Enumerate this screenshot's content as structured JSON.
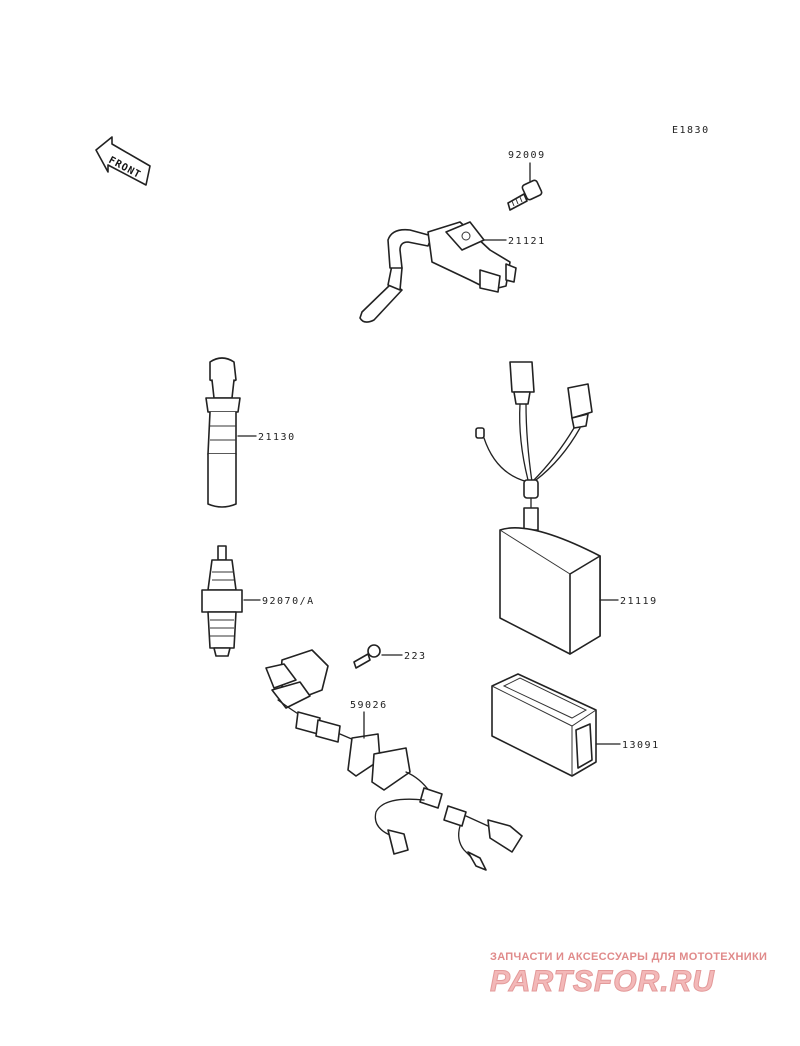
{
  "diagram": {
    "code": "E1830",
    "front_label": "FRONT",
    "parts": [
      {
        "number": "92009"
      },
      {
        "number": "21121"
      },
      {
        "number": "21130"
      },
      {
        "number": "21119"
      },
      {
        "number": "92070/A"
      },
      {
        "number": "223"
      },
      {
        "number": "59026"
      },
      {
        "number": "13091"
      }
    ]
  },
  "watermark": {
    "tagline": "ЗАПЧАСТИ И АКСЕССУАРЫ ДЛЯ МОТОТЕХНИКИ",
    "logo": "PARTSFOR.RU"
  }
}
